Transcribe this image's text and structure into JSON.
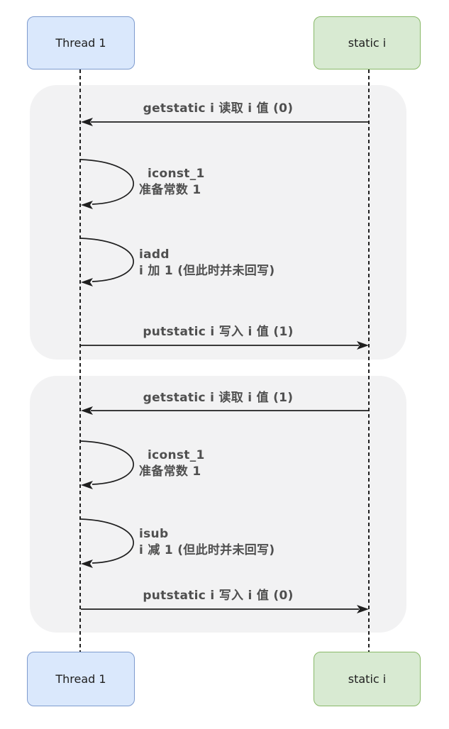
{
  "participants": {
    "thread": {
      "label": "Thread 1"
    },
    "static_i": {
      "label": "static i"
    }
  },
  "colors": {
    "thread_fill": "#dae8fc",
    "thread_border": "#7e9bce",
    "static_fill": "#d8ead2",
    "static_border": "#89b969",
    "frame_fill": "#f2f2f3",
    "line_color": "#1f1f1f",
    "label_color": "#4f4f4f",
    "actor_text": "#1e1e1e"
  },
  "blocks": [
    {
      "messages": [
        {
          "type": "arrow-to-thread",
          "label": "getstatic i 读取 i 值 (0)"
        },
        {
          "type": "self-loop",
          "label_line1": "iconst_1",
          "label_line2": "准备常数 1"
        },
        {
          "type": "self-loop",
          "label_line1": "iadd",
          "label_line2": "i 加 1 (但此时并未回写)"
        },
        {
          "type": "arrow-to-static",
          "label": "putstatic i 写入 i 值 (1)"
        }
      ]
    },
    {
      "messages": [
        {
          "type": "arrow-to-thread",
          "label": "getstatic i 读取 i 值 (1)"
        },
        {
          "type": "self-loop",
          "label_line1": "iconst_1",
          "label_line2": "准备常数 1"
        },
        {
          "type": "self-loop",
          "label_line1": "isub",
          "label_line2": "i 减 1 (但此时并未回写)"
        },
        {
          "type": "arrow-to-static",
          "label": "putstatic i 写入 i 值 (0)"
        }
      ]
    }
  ]
}
